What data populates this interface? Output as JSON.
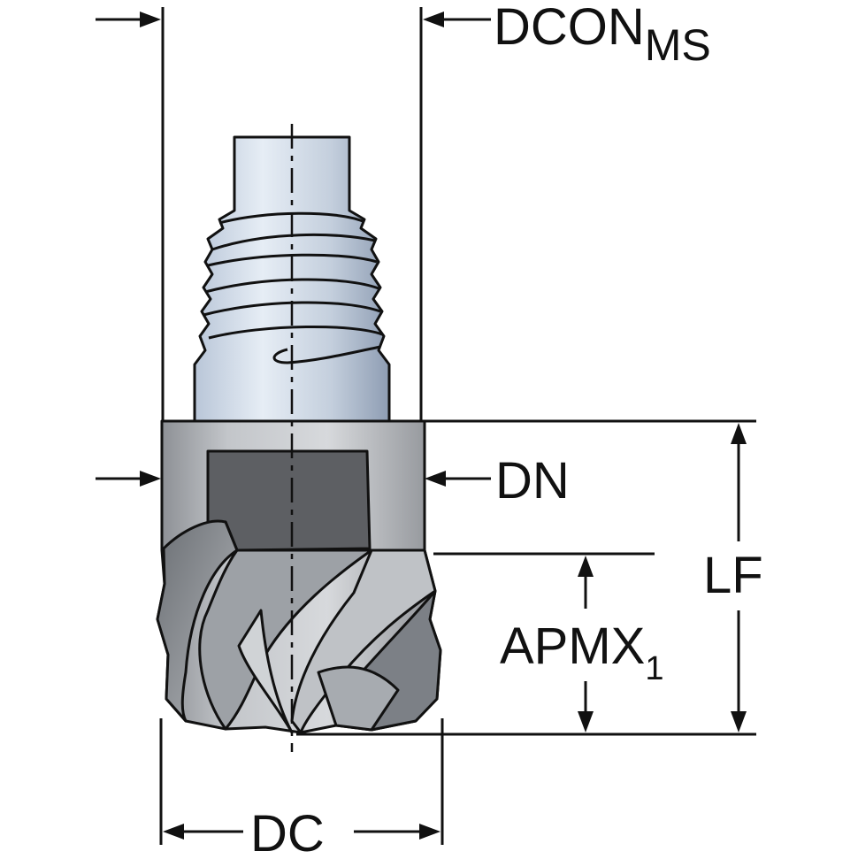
{
  "labels": {
    "dcon": "DCON",
    "dcon_sub": "MS",
    "dn": "DN",
    "lf": "LF",
    "apmx": "APMX",
    "apmx_sub": "1",
    "dc": "DC"
  },
  "colors": {
    "line": "#111111",
    "body_dark": "#6f7378",
    "body_light": "#c9ccd0",
    "shank_light": "#d8e2ee",
    "shank_dark": "#8fa0b8",
    "flat": "#5d5f63"
  }
}
